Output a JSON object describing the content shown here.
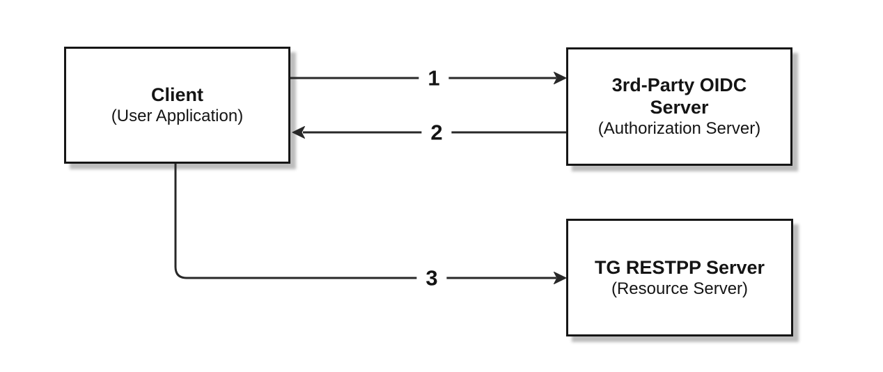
{
  "diagram": {
    "nodes": [
      {
        "id": "client",
        "title": "Client",
        "subtitle": "(User Application)"
      },
      {
        "id": "oidc-server",
        "title": "3rd-Party OIDC Server",
        "subtitle": "(Authorization Server)"
      },
      {
        "id": "restpp-server",
        "title": "TG RESTPP Server",
        "subtitle": "(Resource Server)"
      }
    ],
    "edges": [
      {
        "label": "1",
        "from": "client",
        "to": "oidc-server"
      },
      {
        "label": "2",
        "from": "oidc-server",
        "to": "client"
      },
      {
        "label": "3",
        "from": "client",
        "to": "restpp-server"
      }
    ],
    "colors": {
      "background": "#ffffff",
      "node_fill": "#ffffff",
      "node_border": "#161616",
      "node_shadow": "#bdbdbd",
      "edge_line": "#282828",
      "text": "#141414"
    }
  }
}
